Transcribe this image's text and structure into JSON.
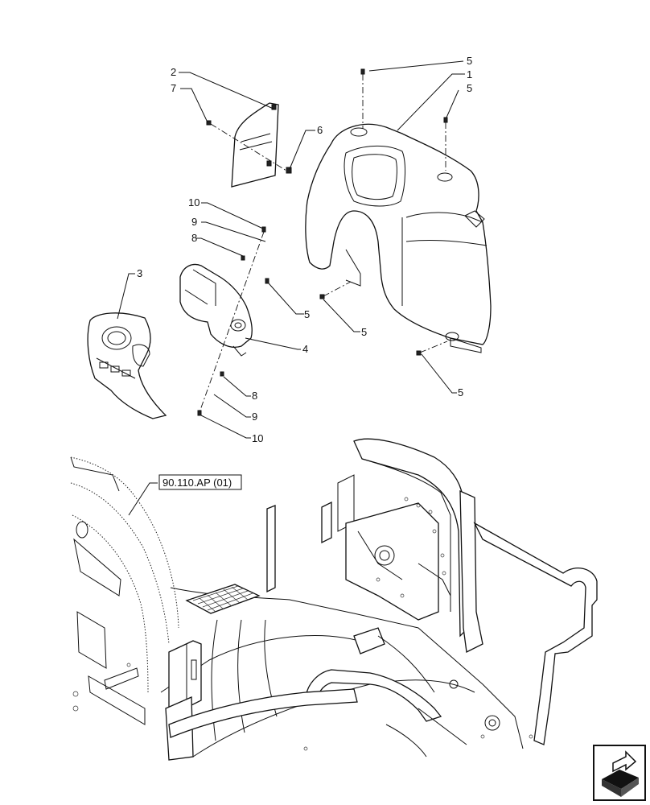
{
  "callouts": {
    "c1": "1",
    "c2": "2",
    "c3": "3",
    "c4": "4",
    "c5a": "5",
    "c5b": "5",
    "c5c": "5",
    "c5d": "5",
    "c5e": "5",
    "c6": "6",
    "c7": "7",
    "c8a": "8",
    "c8b": "8",
    "c9a": "9",
    "c9b": "9",
    "c10a": "10",
    "c10b": "10"
  },
  "reference": {
    "label": "90.110.AP (01)"
  },
  "nav": {
    "icon": "next-page-arrow-icon"
  }
}
